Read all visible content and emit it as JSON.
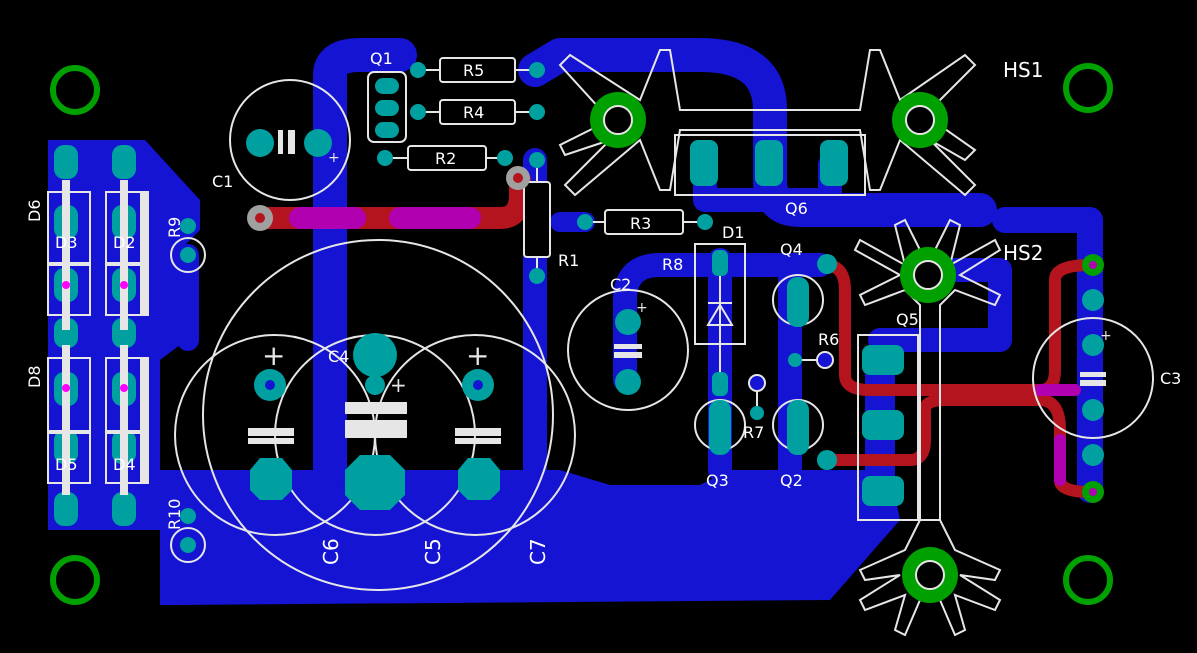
{
  "board": {
    "colors": {
      "background": "#000000",
      "bottom_copper": "#1414d2",
      "top_copper": "#b4141e",
      "overlap": "#b000b0",
      "pad": "#00a0a0",
      "silkscreen": "#e6e6e6",
      "mounting_hole": "#00a000",
      "via": "#ff00ff"
    },
    "labels": {
      "q1": "Q1",
      "r5": "R5",
      "r4": "R4",
      "r2": "R2",
      "r3": "R3",
      "r1": "R1",
      "r8": "R8",
      "r6": "R6",
      "r7": "R7",
      "r9": "R9",
      "r10": "R10",
      "c1": "C1",
      "c2": "C2",
      "c3": "C3",
      "c4": "C4",
      "c5": "C5",
      "c6": "C6",
      "c7": "C7",
      "d1": "D1",
      "d2": "D2",
      "d3": "D3",
      "d4": "D4",
      "d5": "D5",
      "d6": "D6",
      "d8": "D8",
      "q2": "Q2",
      "q3": "Q3",
      "q4": "Q4",
      "q5": "Q5",
      "q6": "Q6",
      "hs1": "HS1",
      "hs2": "HS2"
    }
  }
}
